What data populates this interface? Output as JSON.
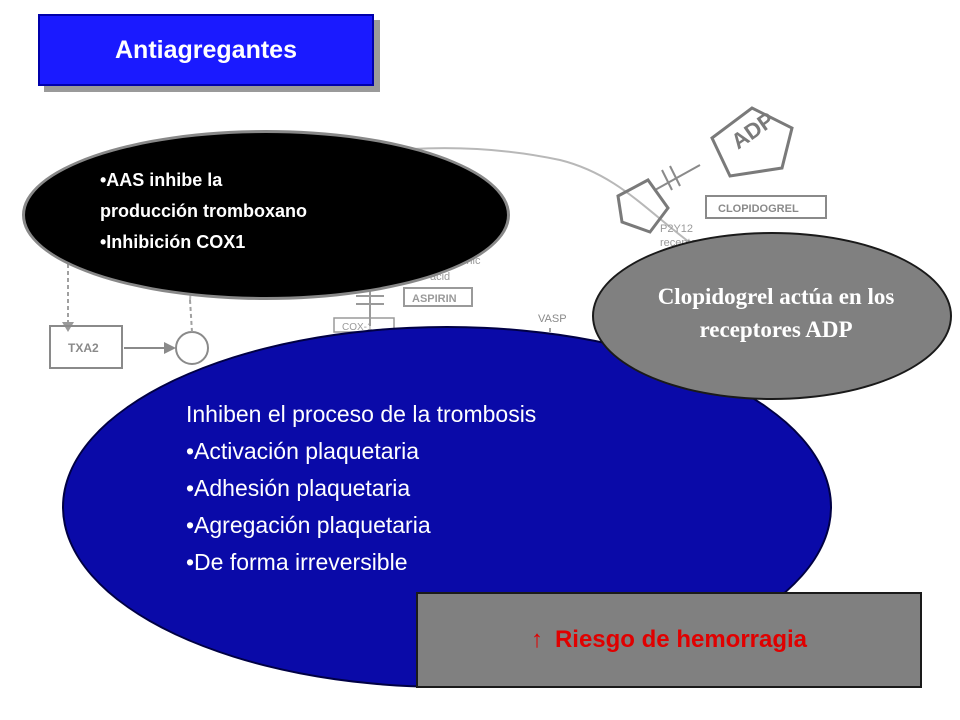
{
  "title": "Antiagregantes",
  "background_diagram": {
    "labels": {
      "adp": "ADP",
      "clopidogrel": "CLOPIDOGREL",
      "p2y12": "P2Y12",
      "receptor_fragment": "receptor",
      "arachidonic_fragment": "achidonic",
      "acid": "acid",
      "aspirin": "ASPIRIN",
      "vasp": "VASP",
      "txa2": "TXA2",
      "cox1_fragment": "COX-1"
    }
  },
  "black_ellipse": {
    "lines": [
      "•AAS inhibe la",
      "producción tromboxano",
      "•Inhibición COX1"
    ]
  },
  "gray_ellipse": {
    "lines": [
      "Clopidogrel actúa en los",
      "receptores ADP"
    ]
  },
  "blue_ellipse": {
    "lines": [
      "Inhiben el proceso de la trombosis",
      "•Activación plaquetaria",
      "•Adhesión plaquetaria",
      "•Agregación plaquetaria",
      "•De forma irreversible"
    ]
  },
  "risk_box": {
    "arrow": "↑",
    "label": "Riesgo de hemorragia"
  },
  "colors": {
    "title_bg": "#1a1aff",
    "black_ellipse": "#000000",
    "gray_ellipse": "#808080",
    "blue_ellipse": "#0a0aa8",
    "risk_text": "#e00000"
  }
}
